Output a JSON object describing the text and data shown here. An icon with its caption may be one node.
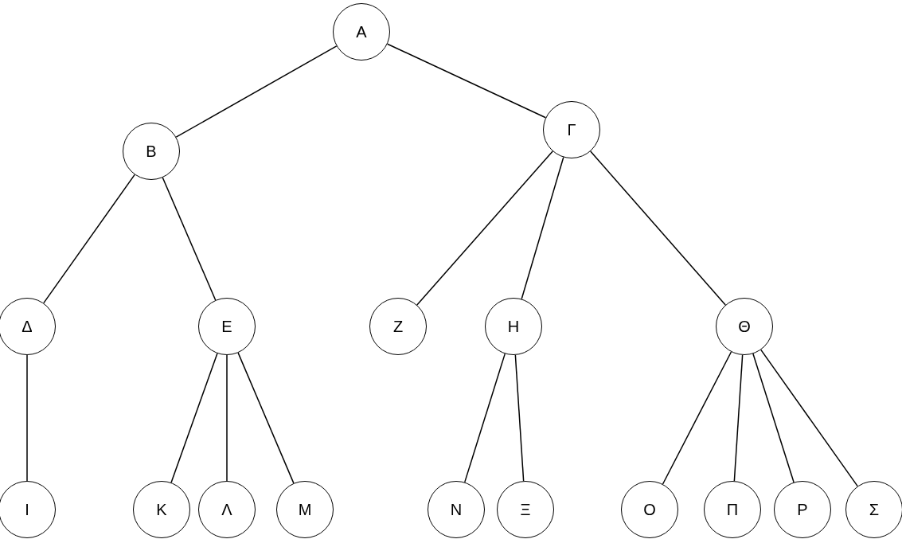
{
  "diagram": {
    "nodes": [
      {
        "text": [
          "Α"
        ]
      },
      {
        "text": [
          "Β"
        ]
      },
      {
        "text": [
          "Γ"
        ]
      },
      {
        "text": [
          "Δ"
        ]
      },
      {
        "text": [
          "Ε"
        ]
      },
      {
        "text": [
          "Ζ"
        ]
      },
      {
        "text": [
          "Η"
        ]
      },
      {
        "text": [
          "Θ"
        ]
      },
      {
        "text": [
          "Ι"
        ]
      },
      {
        "text": [
          "Κ"
        ]
      },
      {
        "text": [
          "Λ"
        ]
      },
      {
        "text": [
          "Μ"
        ]
      },
      {
        "text": [
          "Ν"
        ]
      },
      {
        "text": [
          "Ξ"
        ]
      },
      {
        "text": [
          "Ο"
        ]
      },
      {
        "text": [
          "Π"
        ]
      },
      {
        "text": [
          "Ρ"
        ]
      },
      {
        "text": [
          "Σ"
        ]
      }
    ],
    "edges": [
      {
        "from": 0,
        "to": 1,
        "arrow": "none"
      },
      {
        "from": 0,
        "to": 2,
        "arrow": "none"
      },
      {
        "from": 1,
        "to": 3,
        "arrow": "none"
      },
      {
        "from": 1,
        "to": 4,
        "arrow": "none"
      },
      {
        "from": 2,
        "to": 5,
        "arrow": "none"
      },
      {
        "from": 2,
        "to": 6,
        "arrow": "none"
      },
      {
        "from": 2,
        "to": 7,
        "arrow": "none"
      },
      {
        "from": 3,
        "to": 8,
        "arrow": "none"
      },
      {
        "from": 4,
        "to": 9,
        "arrow": "none"
      },
      {
        "from": 4,
        "to": 10,
        "arrow": "none"
      },
      {
        "from": 4,
        "to": 11,
        "arrow": "none"
      },
      {
        "from": 6,
        "to": 12,
        "arrow": "none"
      },
      {
        "from": 6,
        "to": 13,
        "arrow": "none"
      },
      {
        "from": 7,
        "to": 14,
        "arrow": "none"
      },
      {
        "from": 7,
        "to": 15,
        "arrow": "none"
      },
      {
        "from": 7,
        "to": 16,
        "arrow": "none"
      },
      {
        "from": 7,
        "to": 17,
        "arrow": "none"
      }
    ]
  }
}
